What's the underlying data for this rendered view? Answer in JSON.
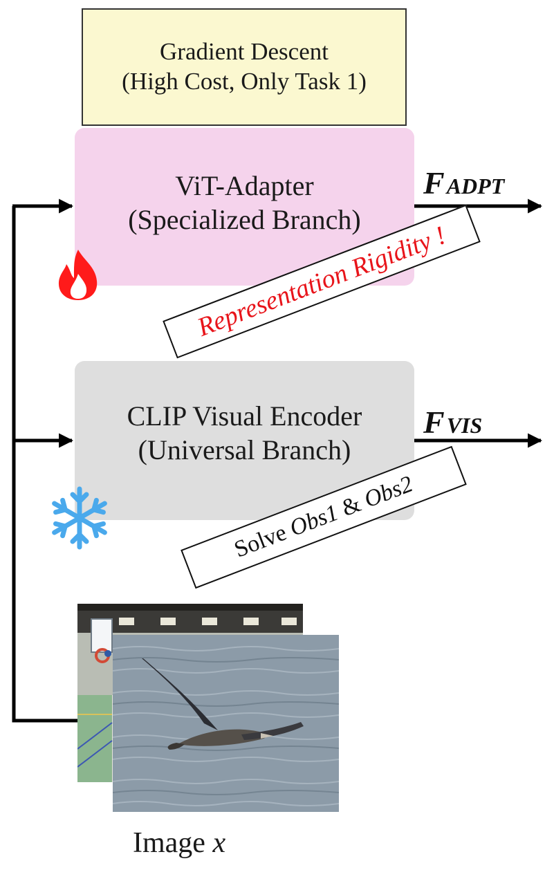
{
  "gradient_box": {
    "line1": "Gradient Descent",
    "line2": "(High Cost, Only Task 1)"
  },
  "adapter": {
    "line1": "ViT-Adapter",
    "line2": "(Specialized Branch)",
    "status_icon": "fire-icon",
    "color": "#f5d3ec"
  },
  "rigidity_note": {
    "text": "Representation Rigidity !",
    "color": "#e8141a"
  },
  "clip": {
    "line1": "CLIP Visual Encoder",
    "line2": "(Universal Branch)",
    "status_icon": "snowflake-icon",
    "color": "#dedede"
  },
  "obs_note": {
    "prefix": "Solve ",
    "obs1": "Obs1",
    "amp": " & ",
    "obs2": "Obs2"
  },
  "outputs": {
    "adapter": {
      "main": "F",
      "sub": "ADPT"
    },
    "clip": {
      "main": "F",
      "sub": "VIS"
    }
  },
  "image": {
    "label": "Image ",
    "var": "x",
    "photo_back": "gymnasium-photo",
    "photo_front": "albatross-over-sea-photo"
  }
}
